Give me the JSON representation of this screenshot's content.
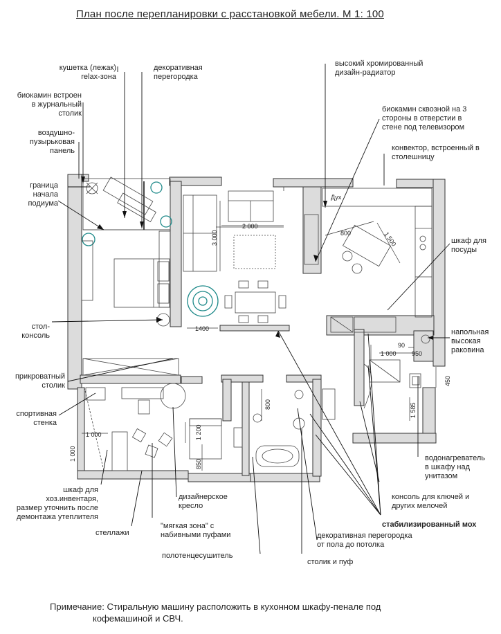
{
  "title": "План после перепланировки с расстановкой мебели. М 1: 100",
  "labels": {
    "kushetka": "кушетка (лежак)\nrelax-зона",
    "dekor_peregorodka": "декоративная\nперегородка",
    "biokamin_stolik": "биокамин встроен\nв журнальный\nстолик",
    "vozdushno": "воздушно-\nпузырьковая\nпанель",
    "granitsa": "граница\nначала\nподиума",
    "stol_konsol": "стол-\nконсоль",
    "prikrovatny": "прикроватный\nстолик",
    "sport_stenka": "спортивная\nстенка",
    "shkaf_hoz": "шкаф для\nхоз.инвентаря,\nразмер уточнить после\nдемонтажа утеплителя",
    "stellazhi": "стеллажи",
    "kreslo": "дизайнерское\nкресло",
    "myagkaya_zona": "\"мягкая зона\"  с\nнабивными пуфами",
    "polotentse": "полотенцесушитель",
    "stolik_puf": "столик и пуф",
    "dekor_pol_potolok": "декоративная перегородка\nот пола до потолка",
    "stabil_moh": "стабилизированный мох",
    "konsol_klyuchi": "консоль для ключей и\nдругих мелочей",
    "vodonagrevatel": "водонагреватель\nв шкафу над\nунитазом",
    "rakovina": "напольная\nвысокая\nраковина",
    "shkaf_posudy": "шкаф для\nпосуды",
    "konvektor": "конвектор, встроенный в\nстолешницу",
    "biokamin_skvoznoy": "биокамин сквозной на 3\nстороны в отверстии в\nстене под телевизором",
    "radiator": "высокий хромированный\nдизайн-радиатор"
  },
  "dims": {
    "d2000": "2 000",
    "d3000": "3 000",
    "d800": "800",
    "d1500": "1 500",
    "d1400": "1400",
    "d90": "90",
    "d1000a": "1 000",
    "d950": "950",
    "d450": "450",
    "d1585": "1 585",
    "d1200": "1 200",
    "d850": "850",
    "d800b": "800",
    "d1000b": "1 000",
    "d1000c": "1 000",
    "duh": "Дух"
  },
  "note": {
    "line1": "Примечание: Стиральную машину расположить в кухонном шкафу-пенале под",
    "line2": "кофемашиной и СВЧ."
  }
}
